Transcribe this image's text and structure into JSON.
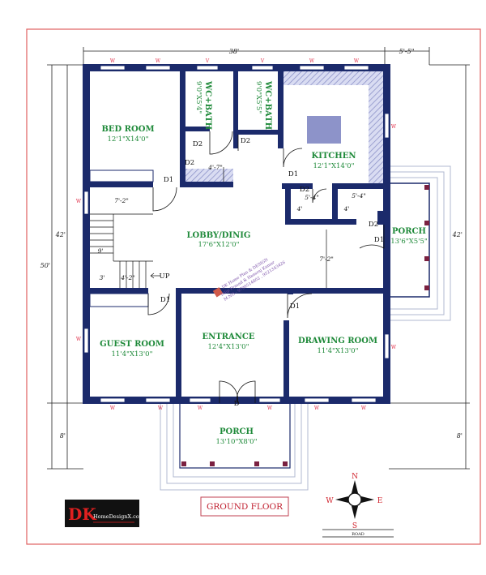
{
  "title": "GROUND FLOOR",
  "dimensions": {
    "width_top": "38'",
    "porch_offset": "5'-5\"",
    "left_total": "50'",
    "left_main": "42'",
    "left_porch": "8'",
    "right_main": "42'",
    "right_porch": "8'"
  },
  "rooms": {
    "bedroom": {
      "name": "BED ROOM",
      "size": "12'1\"X14'0\""
    },
    "wc_bath_1": {
      "name": "WC+BATH",
      "size": "9'0\"X5'4\""
    },
    "wc_bath_2": {
      "name": "WC+BATH",
      "size": "9'0\"X5'5\""
    },
    "kitchen": {
      "name": "KITCHEN",
      "size": "12'1\"X14'0\""
    },
    "lobby": {
      "name": "LOBBY/DINIG",
      "size": "17'6\"X12'0\""
    },
    "porch_side": {
      "name": "PORCH",
      "size": "13'6\"X5'5\""
    },
    "guest_room": {
      "name": "GUEST ROOM",
      "size": "11'4\"X13'0\""
    },
    "entrance": {
      "name": "ENTRANCE",
      "size": "12'4\"X13'0\""
    },
    "drawing_room": {
      "name": "DRAWING ROOM",
      "size": "11'4\"X13'0\""
    },
    "porch_front": {
      "name": "PORCH",
      "size": "13'10\"X8'0\""
    }
  },
  "doors": {
    "d1": "D1",
    "d2": "D2",
    "d": "D",
    "w": "W",
    "v": "V",
    "up": "UP"
  },
  "inner_dims": {
    "passage": "4'-7\"",
    "stair_w": "7'-2\"",
    "stair_h": "9'",
    "stair_b1": "3'",
    "stair_b2": "4'-2\"",
    "store_a": "5'-4\"",
    "store_b": "5'-4\"",
    "store_h1": "4'",
    "store_h2": "4'",
    "lobby_h": "7'-2\""
  },
  "compass": {
    "n": "N",
    "s": "S",
    "e": "E",
    "w": "W"
  },
  "road": "ROAD",
  "logo": {
    "dk": "DK",
    "site": "HomeDesignX.com"
  },
  "watermark": {
    "line1": "DK Home Plan & DESIGN",
    "line2": "Dilip Prasad & Hansraj Kumar",
    "line3": "M.NO - 9799514802 , 9521343426"
  },
  "colors": {
    "wall": "#1b2a6b",
    "frame": "#e06060",
    "text_green": "#1f8a3a",
    "window": "#e0304a",
    "porch_line": "#b0b8d0"
  }
}
